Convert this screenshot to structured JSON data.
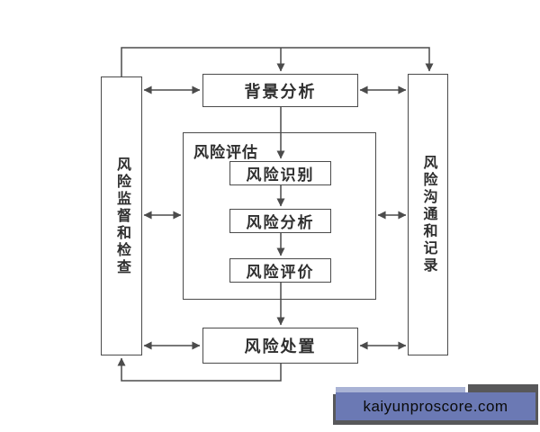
{
  "diagram": {
    "type": "flowchart",
    "subject": "risk-management-process",
    "language": "zh-CN",
    "nodes": {
      "risk_supervision": "风险监督和检查",
      "risk_communication": "风险沟通和记录",
      "background_analysis": "背景分析",
      "risk_assessment_group": "风险评估",
      "risk_identification": "风险识别",
      "risk_analysis": "风险分析",
      "risk_evaluation": "风险评价",
      "risk_treatment": "风险处置"
    },
    "edges": [
      {
        "from": "risk_supervision",
        "to": "background_analysis",
        "style": "top-loop",
        "arrow": "end"
      },
      {
        "from": "risk_supervision",
        "to": "risk_communication",
        "style": "top-loop",
        "arrow": "end"
      },
      {
        "from": "risk_supervision",
        "to": "background_analysis",
        "arrow": "both"
      },
      {
        "from": "background_analysis",
        "to": "risk_communication",
        "arrow": "both"
      },
      {
        "from": "background_analysis",
        "to": "risk_identification",
        "arrow": "end"
      },
      {
        "from": "risk_identification",
        "to": "risk_analysis",
        "arrow": "end"
      },
      {
        "from": "risk_analysis",
        "to": "risk_evaluation",
        "arrow": "end"
      },
      {
        "from": "risk_supervision",
        "to": "risk_assessment_group",
        "arrow": "both"
      },
      {
        "from": "risk_assessment_group",
        "to": "risk_communication",
        "arrow": "both"
      },
      {
        "from": "risk_evaluation",
        "to": "risk_treatment",
        "arrow": "end"
      },
      {
        "from": "risk_supervision",
        "to": "risk_treatment",
        "arrow": "both"
      },
      {
        "from": "risk_treatment",
        "to": "risk_communication",
        "arrow": "both"
      },
      {
        "from": "risk_treatment",
        "to": "risk_supervision",
        "style": "bottom-loop",
        "arrow": "end"
      }
    ],
    "colors": {
      "line": "#4b4b4b",
      "text": "#2f2f2f",
      "canvas": "#ffffff"
    }
  },
  "watermark": {
    "text": "kaiyunproscore.com",
    "colors": {
      "panel": "#6b79b4",
      "strip": "#a9b3d5",
      "shadow": "#58585a",
      "text": "#0a0a0a"
    }
  }
}
